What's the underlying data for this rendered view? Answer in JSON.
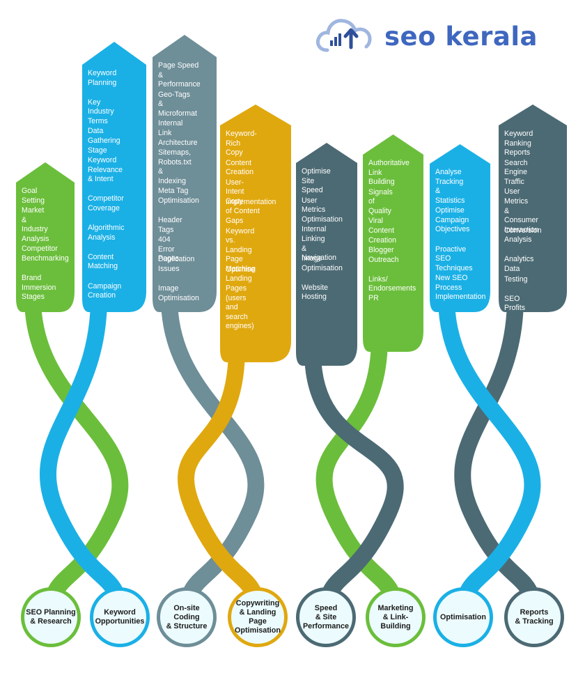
{
  "brand": {
    "name": "seo kerala",
    "accent": "#3f67bf"
  },
  "columns": [
    {
      "id": "seo-planning",
      "node": "SEO Planning\n& Research",
      "color": "#6bbe3b",
      "items": [
        "Goal Setting",
        "Market\n& Industry\nAnalysis",
        "Competitor\nBenchmarking",
        "Brand\nImmersion\nStages"
      ]
    },
    {
      "id": "keyword-opportunities",
      "node": "Keyword\nOpportunities",
      "color": "#1ab0e6",
      "items": [
        "Keyword\nPlanning",
        "Key Industry\nTerms",
        "Data Gathering\nStage",
        "Keyword\nRelevance\n& Intent",
        "Competitor\nCoverage",
        "Algorithmic\nAnalysis",
        "Content\nMatching",
        "Campaign\nCreation"
      ]
    },
    {
      "id": "onsite-coding",
      "node": "On-site Coding\n& Structure",
      "color": "#6e8e98",
      "items": [
        "Page Speed\n& Performance",
        "Geo-Tags\n& Microformat",
        "Internal Link\nArchitecture",
        "Sitemaps,\nRobots.txt\n& Indexing",
        "Meta Tag\nOptimisation",
        "Header Tags",
        "404 Error Pages",
        "Duplication\nIssues",
        "Image\nOptimisation"
      ]
    },
    {
      "id": "copywriting",
      "node": "Copywriting\n& Landing Page\nOptimisation",
      "color": "#e0a80f",
      "items": [
        "Keyword-Rich\nCopy",
        "Content Creation",
        "User-Intent Copy",
        "Implementation\nof Content Gaps",
        "Keyword vs.\nLanding Page\nMatching",
        "Optimise Landing\nPages\n(users and\nsearch engines)"
      ]
    },
    {
      "id": "speed",
      "node": "Speed\n& Site\nPerformance",
      "color": "#4c6a74",
      "items": [
        "Optimise\nSite Speed",
        "User Metrics\nOptimisation",
        "Internal Linking\n& Navigation",
        "Image\nOptimisation",
        "Website\nHosting"
      ]
    },
    {
      "id": "marketing",
      "node": "Marketing\n& Link-Building",
      "color": "#6bbe3b",
      "items": [
        "Authoritative\nLink Building",
        "Signals of\nQuality",
        "Viral Content\nCreation",
        "Blogger\nOutreach",
        "Links/\nEndorsements\nPR"
      ]
    },
    {
      "id": "optimisation",
      "node": "Optimisation",
      "color": "#1ab0e6",
      "items": [
        "Analyse\nTracking\n& Statistics",
        "Optimise\nCampaign\nObjectives",
        "Proactive\nSEO Techniques",
        "New SEO\nProcess\nImplementation"
      ]
    },
    {
      "id": "reports",
      "node": "Reports\n& Tracking",
      "color": "#4c6a74",
      "items": [
        "Keyword\nRanking Reports",
        "Search\nEngine Traffic",
        "User Metrics\n& Consumer\nInteraction",
        "Conversion\nAnalysis",
        "Analytics Data",
        "Testing",
        "SEO Profits"
      ]
    }
  ]
}
